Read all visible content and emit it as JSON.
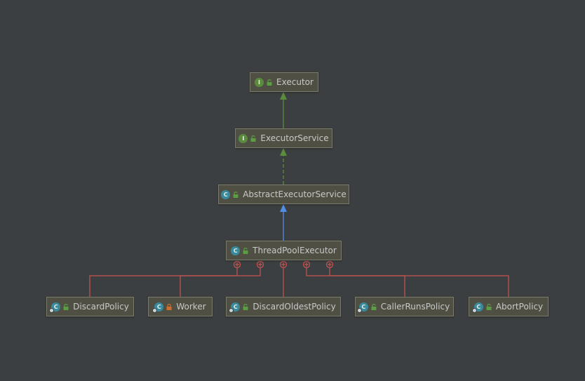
{
  "colors": {
    "background": "#3c3f41",
    "node_fill": "#4f4f44",
    "node_border": "#7b7b6c",
    "text": "#c8c8c8",
    "interface_badge": "#5b8c3e",
    "class_badge": "#3a8a9e",
    "extends_arrow": "#5b8c3e",
    "implements_arrow": "#5b8c3e",
    "class_extends_arrow": "#4f8ee0",
    "inner_class_line": "#c75450",
    "public_lock": "#5b9d42",
    "private_lock": "#d06c2d"
  },
  "nodes": [
    {
      "id": "executor",
      "label": "Executor",
      "kind": "interface",
      "badge": "I",
      "access": "public"
    },
    {
      "id": "executor-service",
      "label": "ExecutorService",
      "kind": "interface",
      "badge": "I",
      "access": "public"
    },
    {
      "id": "abstract-executor-service",
      "label": "AbstractExecutorService",
      "kind": "class",
      "badge": "C",
      "access": "public"
    },
    {
      "id": "thread-pool-executor",
      "label": "ThreadPoolExecutor",
      "kind": "class",
      "badge": "C",
      "access": "public"
    },
    {
      "id": "discard-policy",
      "label": "DiscardPolicy",
      "kind": "class",
      "badge": "C",
      "access": "public"
    },
    {
      "id": "worker",
      "label": "Worker",
      "kind": "class",
      "badge": "C",
      "access": "private"
    },
    {
      "id": "discard-oldest-policy",
      "label": "DiscardOldestPolicy",
      "kind": "class",
      "badge": "C",
      "access": "public"
    },
    {
      "id": "caller-runs-policy",
      "label": "CallerRunsPolicy",
      "kind": "class",
      "badge": "C",
      "access": "public"
    },
    {
      "id": "abort-policy",
      "label": "AbortPolicy",
      "kind": "class",
      "badge": "C",
      "access": "public"
    }
  ],
  "edges": [
    {
      "from": "executor-service",
      "to": "executor",
      "type": "extends"
    },
    {
      "from": "abstract-executor-service",
      "to": "executor-service",
      "type": "implements"
    },
    {
      "from": "thread-pool-executor",
      "to": "abstract-executor-service",
      "type": "class-extends"
    },
    {
      "from": "thread-pool-executor",
      "to": "discard-policy",
      "type": "inner-class"
    },
    {
      "from": "thread-pool-executor",
      "to": "worker",
      "type": "inner-class"
    },
    {
      "from": "thread-pool-executor",
      "to": "discard-oldest-policy",
      "type": "inner-class"
    },
    {
      "from": "thread-pool-executor",
      "to": "caller-runs-policy",
      "type": "inner-class"
    },
    {
      "from": "thread-pool-executor",
      "to": "abort-policy",
      "type": "inner-class"
    }
  ]
}
